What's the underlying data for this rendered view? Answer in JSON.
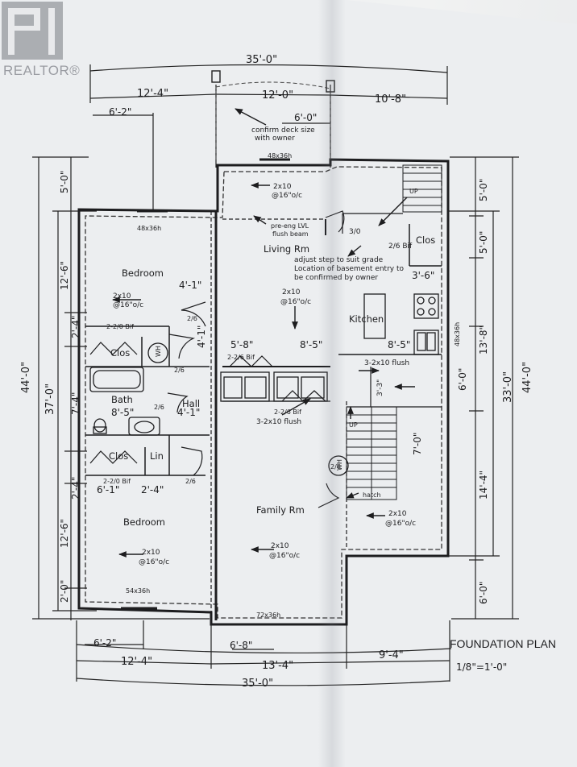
{
  "watermark": {
    "text": "REALTOR®"
  },
  "plan": {
    "title": "FOUNDATION PLAN",
    "scale": "1/8\"=1'-0\"",
    "dims_top": {
      "overall": "35'-0\"",
      "left": "12'-4\"",
      "mid": "12'-0\"",
      "right": "10'-8\"",
      "sub_left": "6'-2\"",
      "sub_mid": "6'-0\""
    },
    "dims_bottom": {
      "sub_left": "6'-2\"",
      "sub_mid": "6'-8\"",
      "left": "12'-4\"",
      "mid": "13'-4\"",
      "right": "9'-4\"",
      "overall": "35'-0\""
    },
    "dims_left": {
      "overall": "44'-0\"",
      "inner": "37'-0\"",
      "a": "5'-0\"",
      "b": "12'-6\"",
      "c": "2'-4\"",
      "d": "7'-4\"",
      "e": "2'-4\"",
      "f": "12'-6\"",
      "g": "2'-0\""
    },
    "dims_right": {
      "overall": "44'-0\"",
      "inner": "33'-0\"",
      "a": "5'-0\"",
      "b": "5'-0\"",
      "c": "13'-8\"",
      "d": "6'-0\"",
      "e": "7'-0\"",
      "f": "14'-4\"",
      "g": "6'-0\""
    },
    "dims_inner": {
      "a": "4'-1\"",
      "b": "4'-1\"",
      "c": "5'-8\"",
      "d": "8'-5\"",
      "e": "8'-5\"",
      "f": "8'-5\"",
      "g": "4'-1\"",
      "h": "6'-1\"",
      "i": "2'-4\"",
      "j": "3'-6\"",
      "k": "3'-3\""
    },
    "rooms": {
      "bedroom1": "Bedroom",
      "bedroom2": "Bedroom",
      "living": "Living Rm",
      "kitchen": "Kitchen",
      "bath": "Bath",
      "hall": "Hall",
      "family": "Family Rm",
      "clos1": "Clos",
      "clos2": "Clos",
      "clos3": "Clos",
      "lin": "Lin"
    },
    "notes": {
      "deck1": "confirm deck size",
      "deck2": "with owner",
      "beam1": "pre-eng LVL",
      "beam2": "flush beam",
      "step1": "adjust step to suit grade",
      "step2": "Location of basement entry to",
      "step3": "be confirmed by owner",
      "joist": "2x10",
      "spacing": "@16\"o/c",
      "flush1": "3-2x10 flush",
      "flush2": "3-2x10 flush",
      "bif1": "2-2/0 Bif",
      "bif2": "2-2/0 Bif",
      "bif3": "2-2/6 Bif",
      "bif4": "2-2/6 Bif",
      "bif5": "2/6 Bif",
      "door": "2/6",
      "door30": "3/0",
      "wh": "WH",
      "win1": "48x36h",
      "win2": "48x36h",
      "win3": "48x36h",
      "win4": "54x36h",
      "win5": "72x36h",
      "up": "UP",
      "hatch": "hatch"
    }
  }
}
